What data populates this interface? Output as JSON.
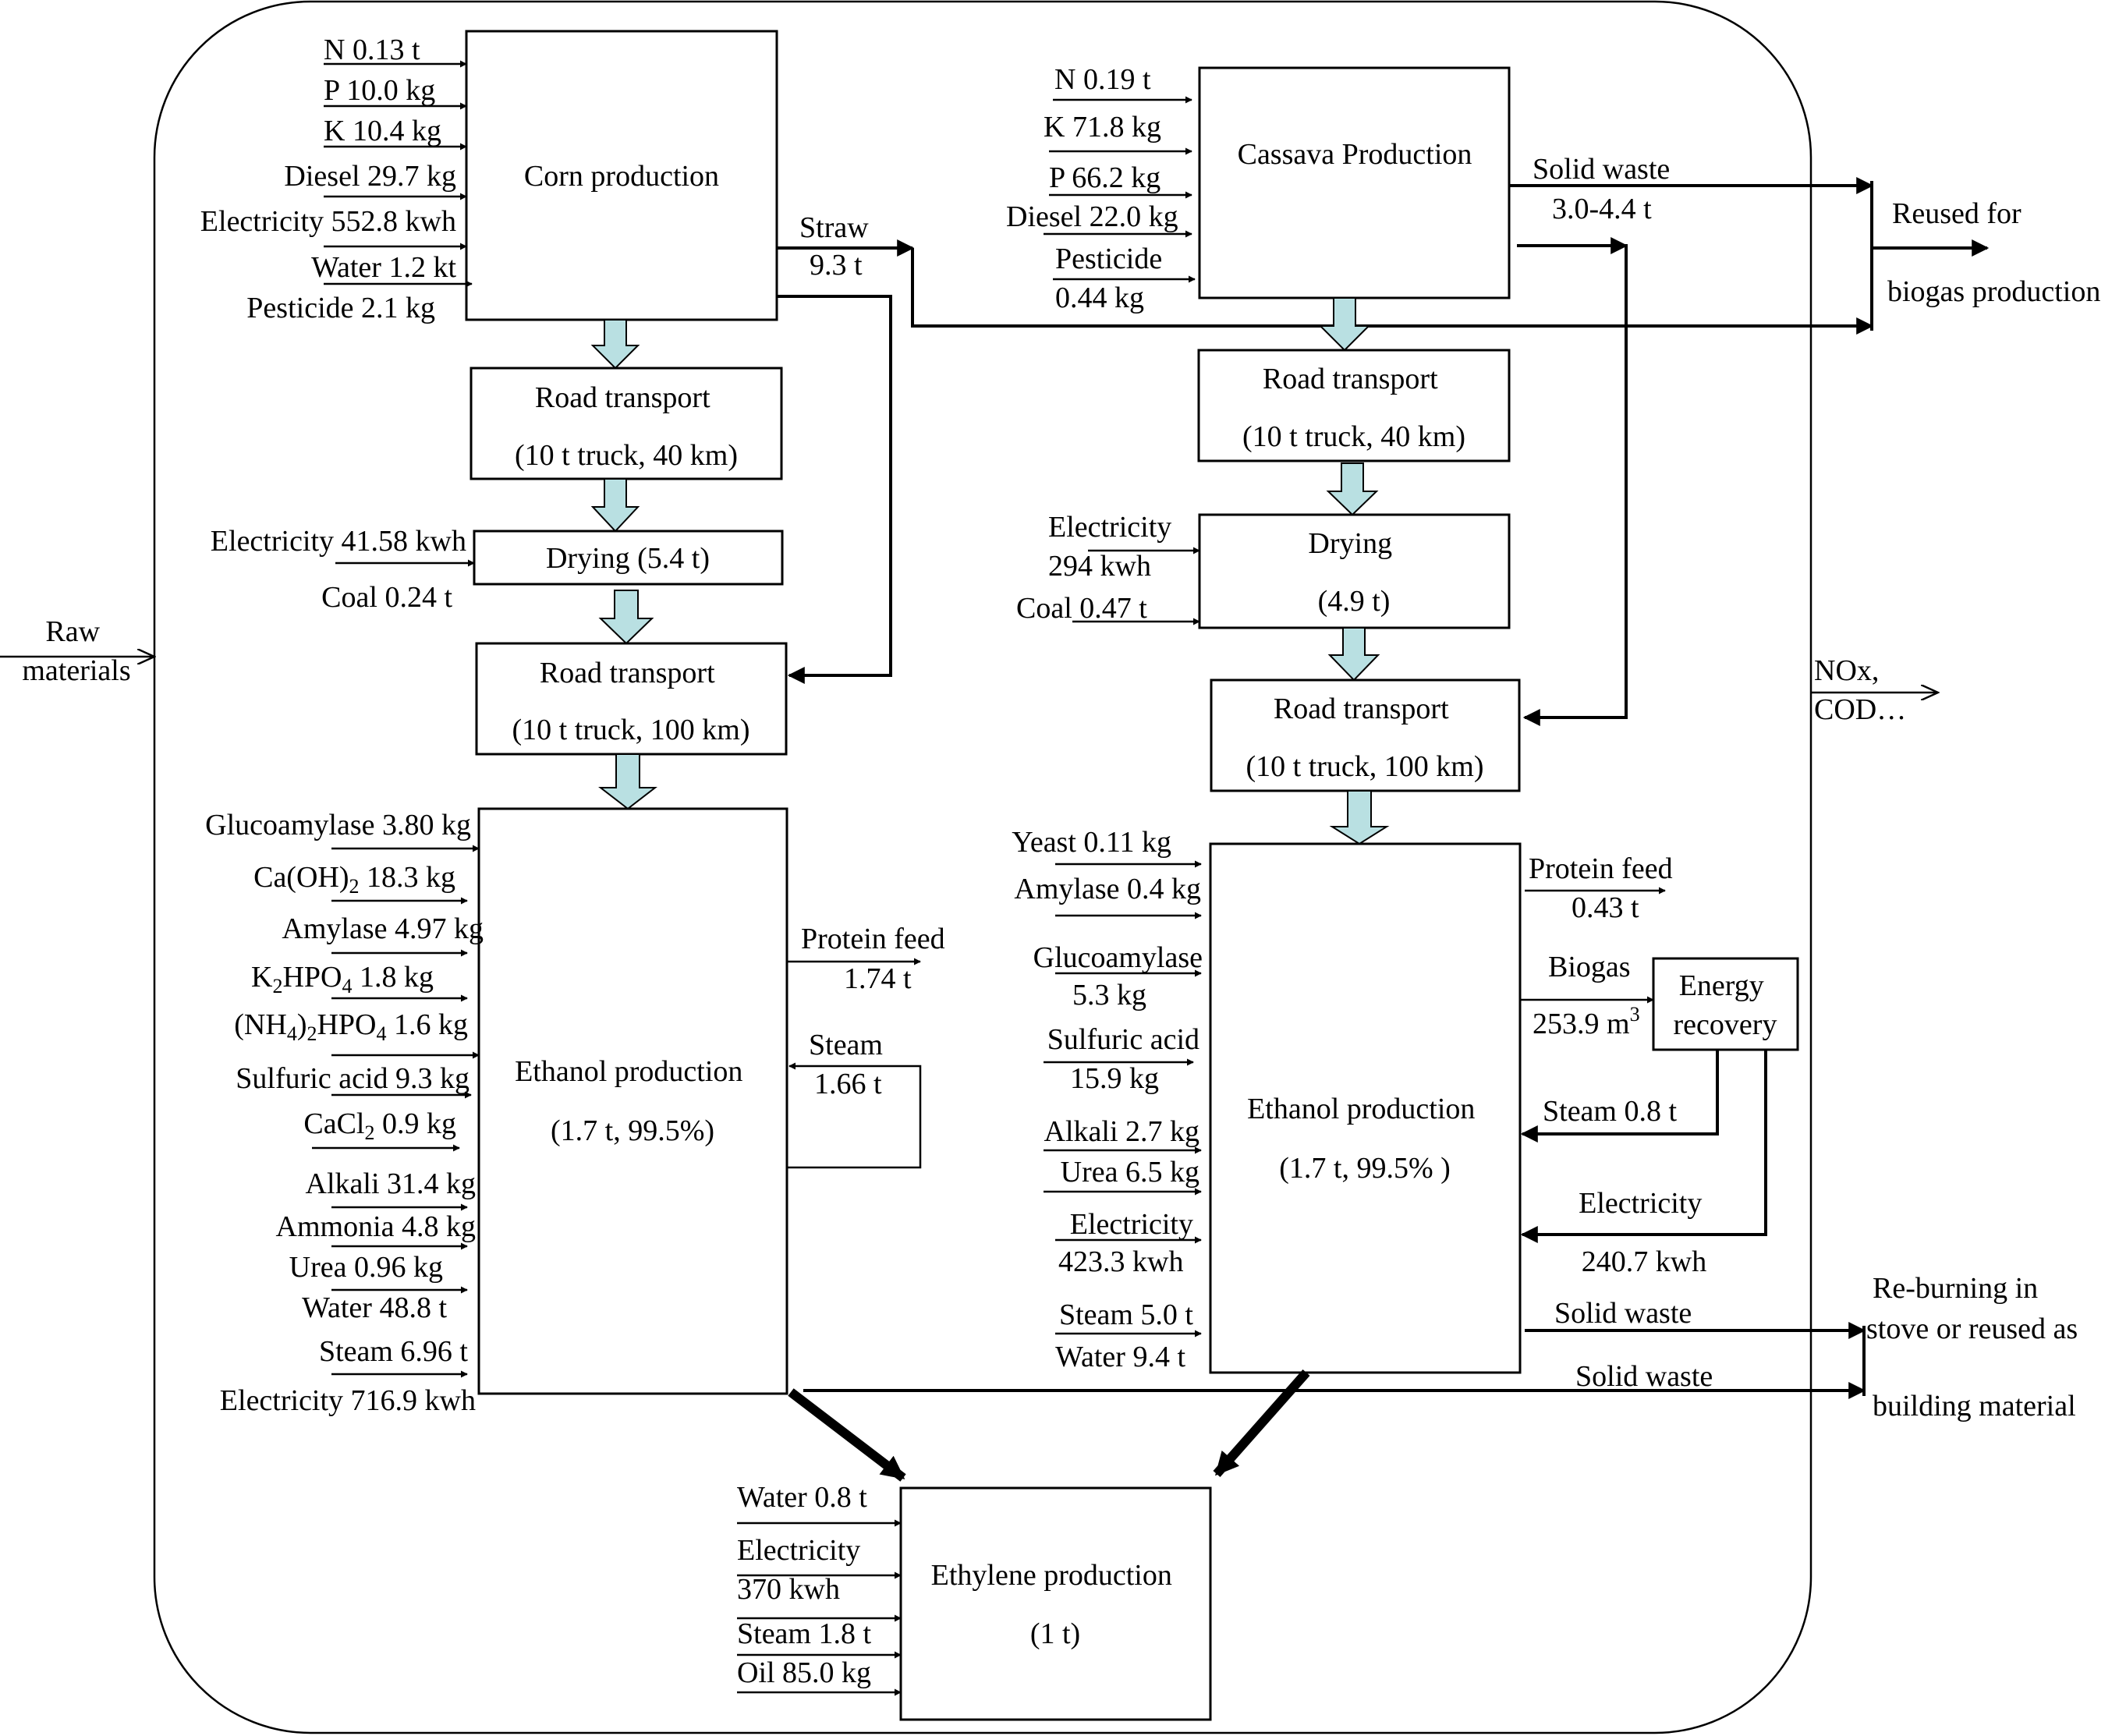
{
  "boundary": {
    "raw_materials": [
      "Raw",
      "materials"
    ],
    "emissions": [
      "NOx,",
      "COD…"
    ]
  },
  "corn": {
    "production": "Corn production",
    "inputs": [
      "N  0.13 t",
      "P 10.0 kg",
      "K 10.4 kg",
      "Diesel 29.7 kg",
      "Electricity  552.8 kwh",
      "Water 1.2 kt",
      "Pesticide  2.1 kg"
    ],
    "straw": [
      "Straw",
      "9.3 t"
    ],
    "transport1": [
      "Road transport",
      "(10 t truck, 40 km)"
    ],
    "drying": "Drying (5.4 t)",
    "drying_inputs": [
      "Electricity  41.58 kwh",
      "Coal  0.24 t"
    ],
    "transport2": [
      "Road transport",
      "(10 t truck, 100 km)"
    ]
  },
  "corn_ethanol": {
    "box": [
      "Ethanol production",
      "(1.7 t, 99.5%)"
    ],
    "inputs": [
      {
        "name": "Glucoamylase  3.80 kg"
      },
      {
        "name": "Ca(OH)",
        "sub": "2",
        "rest": " 18.3 kg"
      },
      {
        "name": "Amylase  4.97 kg"
      },
      {
        "pre": "K",
        "sub": "2",
        "name": "HPO",
        "sub2": "4",
        "rest": " 1.8 kg"
      },
      {
        "pre": "(NH",
        "sub": "4",
        "name": ")",
        "sub2": "2",
        "rest": "HPO",
        "sub3": "4",
        "rest2": " 1.6 kg"
      },
      {
        "name": "Sulfuric acid  9.3 kg"
      },
      {
        "name": "CaCl",
        "sub": "2",
        "rest": " 0.9 kg"
      },
      {
        "name": "Alkali    31.4 kg"
      },
      {
        "name": "Ammonia    4.8 kg"
      },
      {
        "name": "Urea 0.96 kg"
      },
      {
        "name": "Water    48.8 t"
      },
      {
        "name": "Steam 6.96 t"
      },
      {
        "name": "Electricity   716.9 kwh"
      }
    ],
    "protein_feed": [
      "Protein feed",
      "1.74 t"
    ],
    "steam": [
      "Steam",
      "1.66 t"
    ]
  },
  "cassava": {
    "production": "Cassava Production",
    "inputs": [
      "N  0.19 t",
      "K 71.8 kg",
      "P 66.2 kg",
      "Diesel 22.0 kg",
      "Pesticide",
      "0.44 kg"
    ],
    "solid_waste": [
      "Solid waste",
      "3.0-4.4 t"
    ],
    "transport1": [
      "Road transport",
      "(10 t truck, 40 km)"
    ],
    "drying": [
      "Drying",
      "(4.9 t)"
    ],
    "drying_inputs": [
      "Electricity",
      "294 kwh",
      "Coal  0.47 t"
    ],
    "transport2": [
      "Road transport",
      "(10 t truck, 100 km)"
    ]
  },
  "cassava_ethanol": {
    "box": [
      "Ethanol production",
      "(1.7 t, 99.5% )"
    ],
    "inputs": [
      "Yeast 0.11 kg",
      "Amylase  0.4 kg",
      "Glucoamylase",
      "5.3 kg",
      "Sulfuric acid",
      "15.9 kg",
      "Alkali    2.7 kg",
      "Urea    6.5 kg",
      "Electricity",
      "423.3 kwh",
      "Steam 5.0   t",
      "Water    9.4 t"
    ],
    "protein_feed": [
      "Protein feed",
      "0.43 t"
    ],
    "biogas": [
      "Biogas",
      "253.9 m",
      "3"
    ],
    "energy_recovery": [
      "Energy",
      "recovery"
    ],
    "steam_return": "Steam 0.8 t",
    "electricity_return": [
      "Electricity",
      "240.7 kwh"
    ],
    "solid_waste": "Solid waste"
  },
  "corn_solid_waste": "Solid waste",
  "reuse_biogas": [
    "Reused for",
    "biogas production"
  ],
  "reuse_building": [
    "Re-burning in",
    "stove or reused as",
    "building  material"
  ],
  "ethylene": {
    "box": [
      "Ethylene production",
      "(1 t)"
    ],
    "inputs": [
      "Water  0.8 t",
      "Electricity",
      "370 kwh",
      "Steam 1.8 t",
      "Oil 85.0 kg"
    ]
  }
}
